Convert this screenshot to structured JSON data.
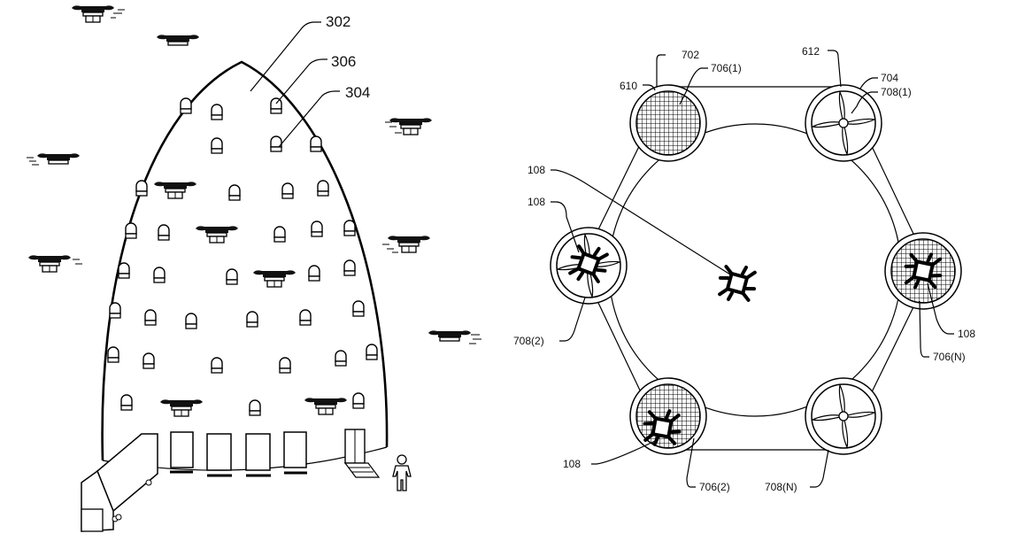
{
  "figure_left": {
    "title": "Fulfillment center building with drones",
    "labels": {
      "building": "302",
      "window": "306",
      "bay": "304"
    }
  },
  "figure_right": {
    "title": "Hexagonal hub with propulsion and landing modules",
    "labels": {
      "hub_module_top_left": "702",
      "mesh_top_left": "706(1)",
      "frame": "610",
      "connector": "612",
      "fan_module_top_right": "704",
      "fan_top_right": "708(1)",
      "drone_center": "108",
      "drone_left": "108",
      "fan_left": "708(2)",
      "drone_right": "108",
      "mesh_right": "706(N)",
      "drone_bottom_left": "108",
      "mesh_bottom_left": "706(2)",
      "fan_bottom_right": "708(N)"
    }
  }
}
